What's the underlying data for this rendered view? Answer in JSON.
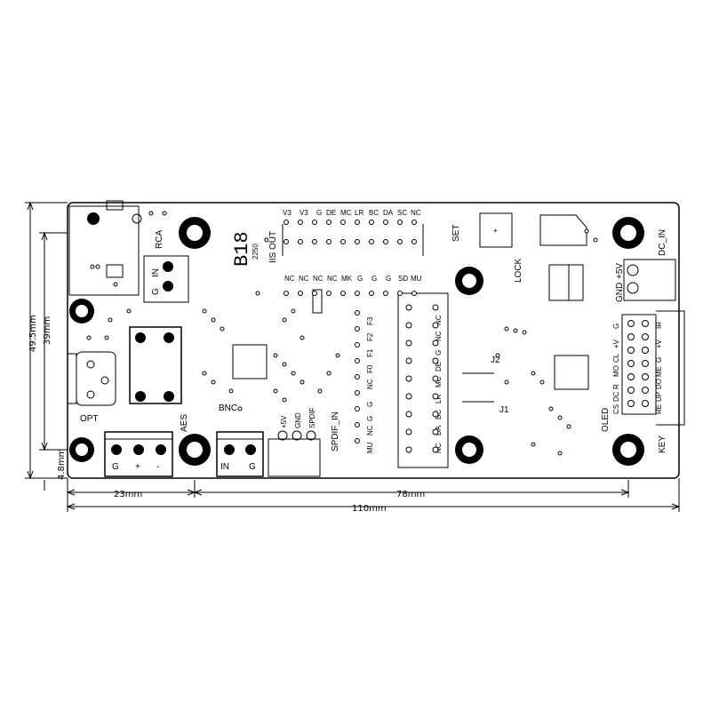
{
  "board": {
    "name": "B18",
    "version": "2250",
    "connectors": {
      "rca": "RCA",
      "rca_pins": [
        "G",
        "IN"
      ],
      "opt": "OPT",
      "aes": "AES",
      "aes_pins": [
        "G",
        "+",
        "-"
      ],
      "bnc": "BNC",
      "bnc_pins": [
        "IN",
        "G"
      ],
      "spdif_in": "SPDIF_IN",
      "spdif_pins": [
        "+5V",
        "GND",
        "SPDIF"
      ],
      "iis_out": "IIS OUT",
      "iis_top_pins": [
        "V3",
        "V3",
        "G",
        "DE",
        "MC",
        "LR",
        "BC",
        "DA",
        "SC",
        "NC"
      ],
      "iis_second_pins": [
        "NC",
        "NC",
        "NC",
        "NC",
        "MK",
        "G",
        "G",
        "G",
        "SD",
        "MU"
      ],
      "set": "SET",
      "lock": "LOCK",
      "dc_in": "DC_IN",
      "dc_pins": [
        "GND",
        "+5V"
      ],
      "j1": "J1",
      "j2": "J2",
      "oled": "OLED",
      "oled_pins_a": [
        "CS",
        "DC",
        "R",
        "MO",
        "CL",
        "+V",
        "G"
      ],
      "oled_pins_b": [
        "RE",
        "UP",
        "DO",
        "ME",
        "G",
        "+V",
        "IR"
      ],
      "key": "KEY",
      "col_pins_a": [
        "MU",
        "NC",
        "G",
        "G",
        "NC",
        "F0",
        "F1",
        "F2",
        "F3"
      ],
      "col_pins_b": [
        "NC",
        "DA",
        "BC",
        "LR",
        "MC",
        "DE",
        "G",
        "NC",
        "NC"
      ]
    }
  },
  "dimensions": {
    "height_outer": "49.5mm",
    "height_holes": "39mm",
    "offset_bottom": "4.8mm",
    "width_left": "23mm",
    "width_holes": "78mm",
    "width_total": "110mm"
  }
}
